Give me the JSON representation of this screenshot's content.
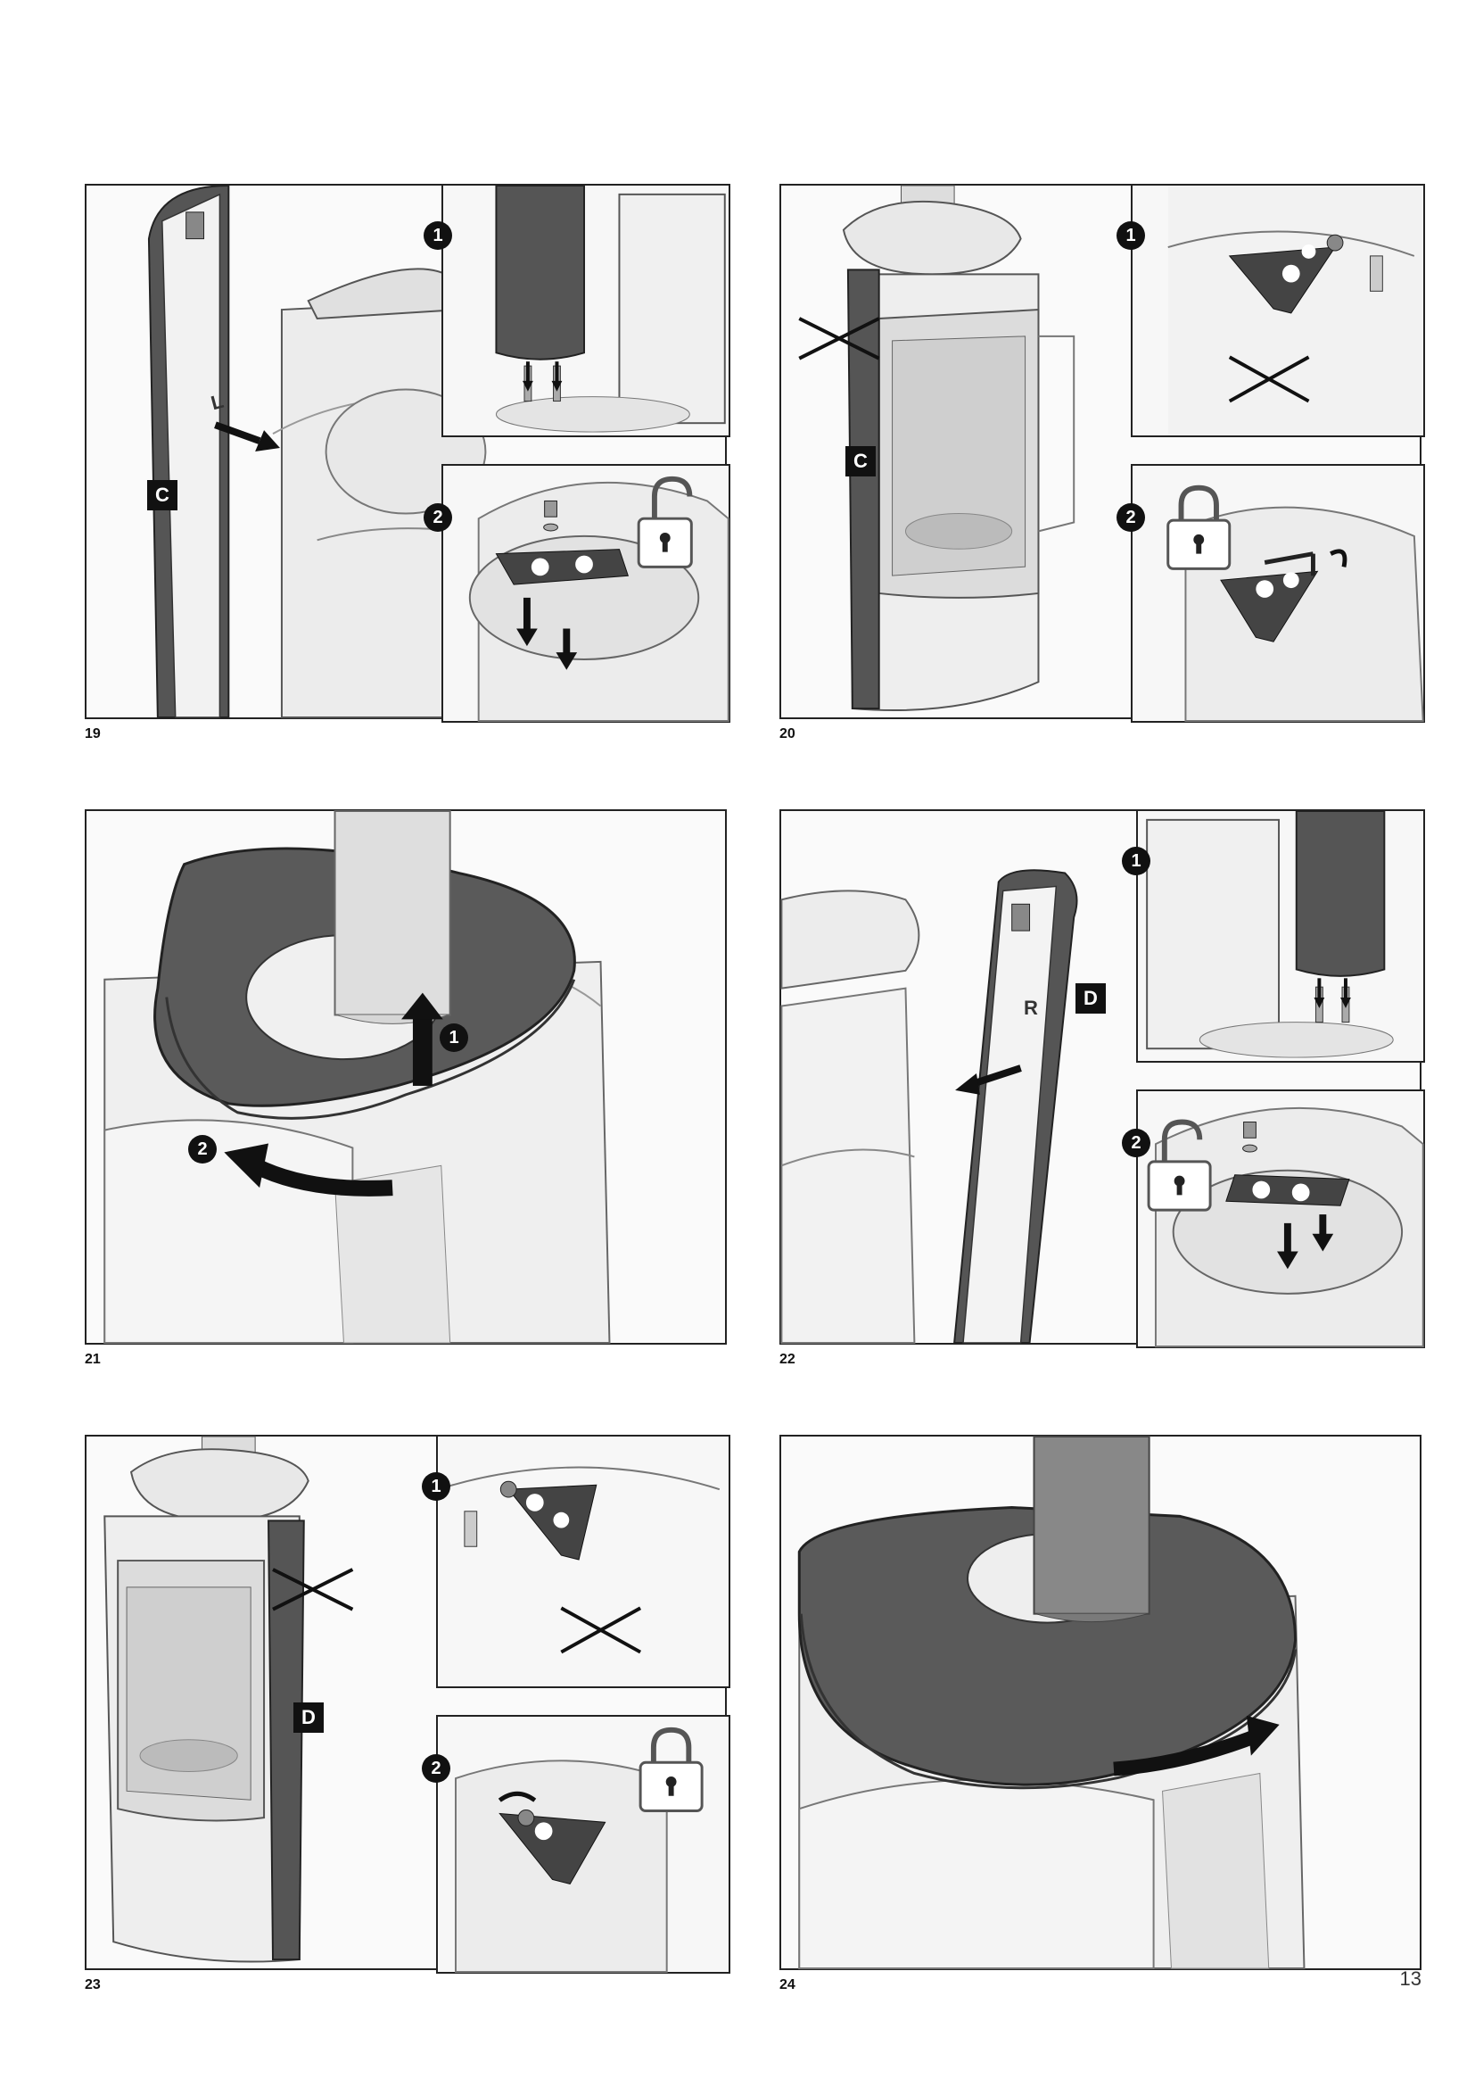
{
  "figures": [
    {
      "number": "19",
      "inset1": "1",
      "inset2": "2",
      "label": "C",
      "arrow_letter": "L"
    },
    {
      "number": "20",
      "inset1": "1",
      "inset2": "2",
      "label": "C"
    },
    {
      "number": "21",
      "step1": "1",
      "step2": "2"
    },
    {
      "number": "22",
      "inset1": "1",
      "inset2": "2",
      "label": "D",
      "arrow_letter": "R"
    },
    {
      "number": "23",
      "inset1": "1",
      "inset2": "2",
      "label": "D"
    },
    {
      "number": "24"
    }
  ],
  "page_number": "13",
  "colors": {
    "panel_dark": "#555555",
    "panel_light": "#e6e6e6",
    "outline": "#222222"
  }
}
